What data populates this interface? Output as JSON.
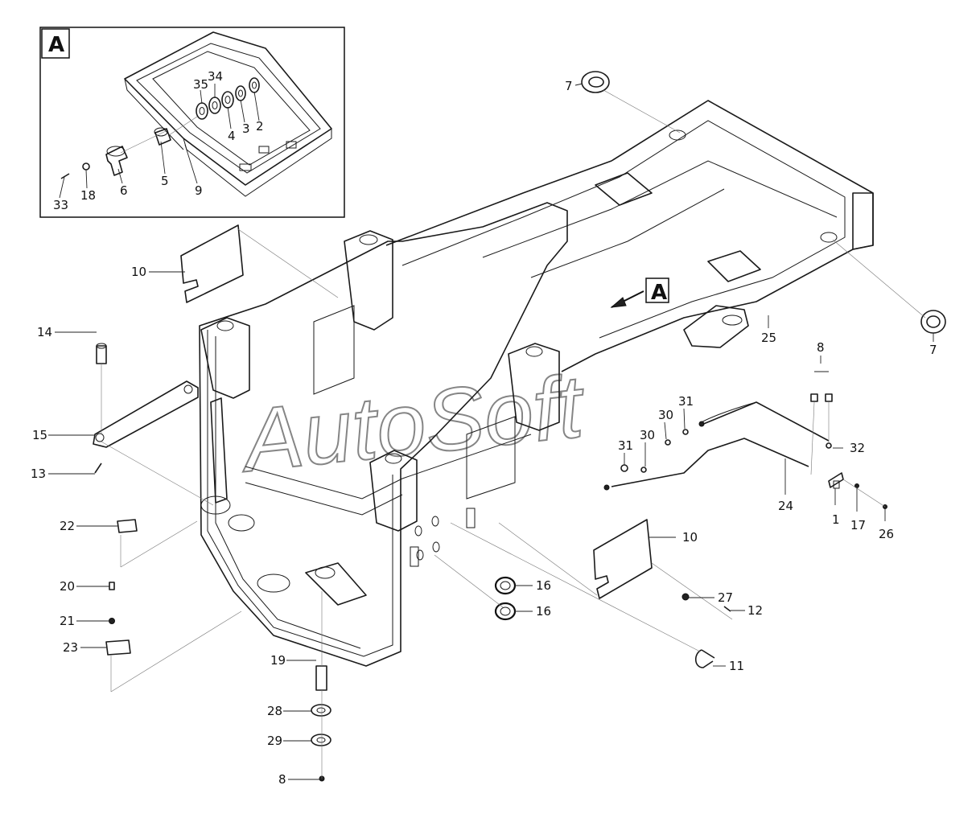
{
  "inset": {
    "label": "A"
  },
  "view_marker": {
    "label": "A"
  },
  "watermark": "AutoSoft",
  "callouts": [
    {
      "id": "c35",
      "text": "35"
    },
    {
      "id": "c34",
      "text": "34"
    },
    {
      "id": "c2",
      "text": "2"
    },
    {
      "id": "c3",
      "text": "3"
    },
    {
      "id": "c4",
      "text": "4"
    },
    {
      "id": "c5",
      "text": "5"
    },
    {
      "id": "c6",
      "text": "6"
    },
    {
      "id": "c9",
      "text": "9"
    },
    {
      "id": "c33",
      "text": "33"
    },
    {
      "id": "c18",
      "text": "18"
    },
    {
      "id": "c7a",
      "text": "7"
    },
    {
      "id": "c7b",
      "text": "7"
    },
    {
      "id": "c10a",
      "text": "10"
    },
    {
      "id": "c10b",
      "text": "10"
    },
    {
      "id": "c25",
      "text": "25"
    },
    {
      "id": "c14",
      "text": "14"
    },
    {
      "id": "c15",
      "text": "15"
    },
    {
      "id": "c13",
      "text": "13"
    },
    {
      "id": "c8a",
      "text": "8"
    },
    {
      "id": "c8b",
      "text": "8"
    },
    {
      "id": "c30a",
      "text": "30"
    },
    {
      "id": "c31a",
      "text": "31"
    },
    {
      "id": "c31b",
      "text": "31"
    },
    {
      "id": "c30b",
      "text": "30"
    },
    {
      "id": "c32",
      "text": "32"
    },
    {
      "id": "c24",
      "text": "24"
    },
    {
      "id": "c1",
      "text": "1"
    },
    {
      "id": "c17",
      "text": "17"
    },
    {
      "id": "c26",
      "text": "26"
    },
    {
      "id": "c22",
      "text": "22"
    },
    {
      "id": "c20",
      "text": "20"
    },
    {
      "id": "c21",
      "text": "21"
    },
    {
      "id": "c23",
      "text": "23"
    },
    {
      "id": "c16a",
      "text": "16"
    },
    {
      "id": "c16b",
      "text": "16"
    },
    {
      "id": "c27",
      "text": "27"
    },
    {
      "id": "c12",
      "text": "12"
    },
    {
      "id": "c11",
      "text": "11"
    },
    {
      "id": "c19",
      "text": "19"
    },
    {
      "id": "c28",
      "text": "28"
    },
    {
      "id": "c29",
      "text": "29"
    }
  ]
}
